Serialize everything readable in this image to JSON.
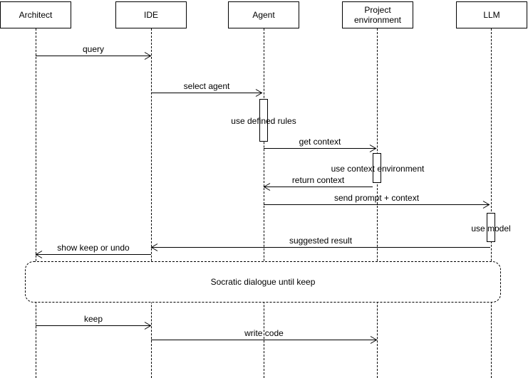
{
  "diagram": {
    "type": "uml-sequence",
    "colors": {
      "stroke": "#000000",
      "background": "#ffffff"
    },
    "actors": [
      {
        "name": "Architect"
      },
      {
        "name": "IDE"
      },
      {
        "name": "Agent"
      },
      {
        "name": "Project environment"
      },
      {
        "name": "LLM"
      }
    ],
    "messages": [
      {
        "label": "query",
        "from": "Architect",
        "to": "IDE"
      },
      {
        "label": "select agent",
        "from": "IDE",
        "to": "Agent"
      },
      {
        "label": "get context",
        "from": "Agent",
        "to": "Project environment"
      },
      {
        "label": "return context",
        "from": "Project environment",
        "to": "Agent"
      },
      {
        "label": "send prompt + context",
        "from": "Agent",
        "to": "LLM"
      },
      {
        "label": "suggested result",
        "from": "LLM",
        "to": "IDE"
      },
      {
        "label": "show keep or undo",
        "from": "IDE",
        "to": "Architect"
      },
      {
        "label": "keep",
        "from": "Architect",
        "to": "IDE"
      },
      {
        "label": "write code",
        "from": "IDE",
        "to": "Project environment"
      }
    ],
    "activations": [
      {
        "actor": "Agent",
        "label": "use defined rules"
      },
      {
        "actor": "Project environment",
        "label": "use context environment"
      },
      {
        "actor": "LLM",
        "label": "use model"
      }
    ],
    "fragment": {
      "label": "Socratic dialogue until keep"
    }
  }
}
